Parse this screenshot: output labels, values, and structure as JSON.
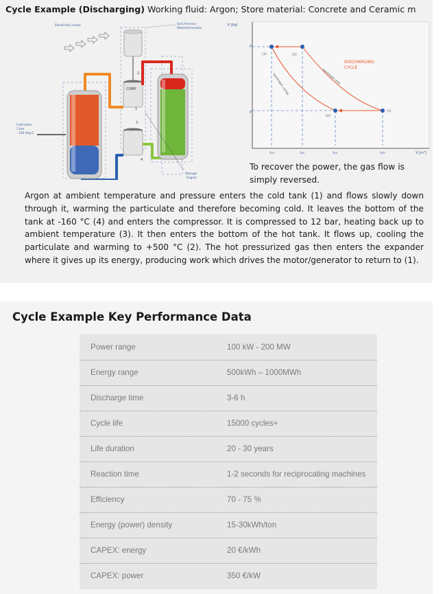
{
  "header": {
    "title_bold": "Cycle Example (Discharging)",
    "title_rest": " Working fluid: Argon; Store material: Concrete and Ceramic m"
  },
  "diagram": {
    "electricity_label": "Electricity in/out",
    "motor_label_1": "Synchronous",
    "motor_label_2": "Motor/Generator",
    "comp_label": "COMP",
    "cold_store_1": "Cold store",
    "cold_store_2": "1 bar",
    "cold_store_3": "- 160 deg C",
    "storage_engine_1": "Storage",
    "storage_engine_2": "Engine",
    "num_1": "1",
    "num_2": "2",
    "num_3": "3",
    "num_4": "4"
  },
  "pv_chart": {
    "y_axis_label": "P [Pa]",
    "x_axis_label": "V [m³]",
    "p2": "P₂",
    "p1": "P₁",
    "cycle_label_1": "DISCHARGING",
    "cycle_label_2": "CYCLE",
    "isentropic_exp": "Isentropic exp.",
    "isentropic_comp": "Isentropic comp.",
    "point_1": "[1]",
    "point_2": "[2]",
    "point_3": "[3]",
    "point_4": "[4]",
    "v1": "V₁c",
    "v2": "V₂c",
    "v3": "V₂c",
    "v4": "V₂h",
    "accent_color": "#e8552a",
    "point_color": "#2a5fb0"
  },
  "caption": "To recover the power, the gas flow is simply reversed.",
  "paragraph": "Argon at ambient temperature and pressure enters the cold tank (1) and flows slowly down through it, warming the particulate and therefore becoming cold. It leaves the bottom of the tank at -160 °C (4) and enters the compressor. It is compressed to 12 bar, heating back up to ambient temperature (3). It then enters the bottom of the hot tank. It flows up, cooling the particulate and warming to +500 °C (2). The hot pressurized gas then enters the expander where it gives up its energy, producing work which drives the motor/generator to return to (1).",
  "kpd": {
    "title": "Cycle Example Key Performance Data",
    "rows": [
      {
        "label": "Power range",
        "value": "100 kW - 200 MW"
      },
      {
        "label": "Energy range",
        "value": "500kWh – 1000MWh"
      },
      {
        "label": "Discharge time",
        "value": "3-6 h"
      },
      {
        "label": "Cycle life",
        "value": "15000 cycles+"
      },
      {
        "label": "Life duration",
        "value": "20 - 30 years"
      },
      {
        "label": "Reaction time",
        "value": "1-2 seconds for reciprocating machines"
      },
      {
        "label": "Efficiency",
        "value": "70 - 75 %"
      },
      {
        "label": "Energy (power) density",
        "value": "15-30kWh/ton"
      },
      {
        "label": "CAPEX: energy",
        "value": "20 €/kWh"
      },
      {
        "label": "CAPEX: power",
        "value": "350 €/kW"
      }
    ]
  }
}
